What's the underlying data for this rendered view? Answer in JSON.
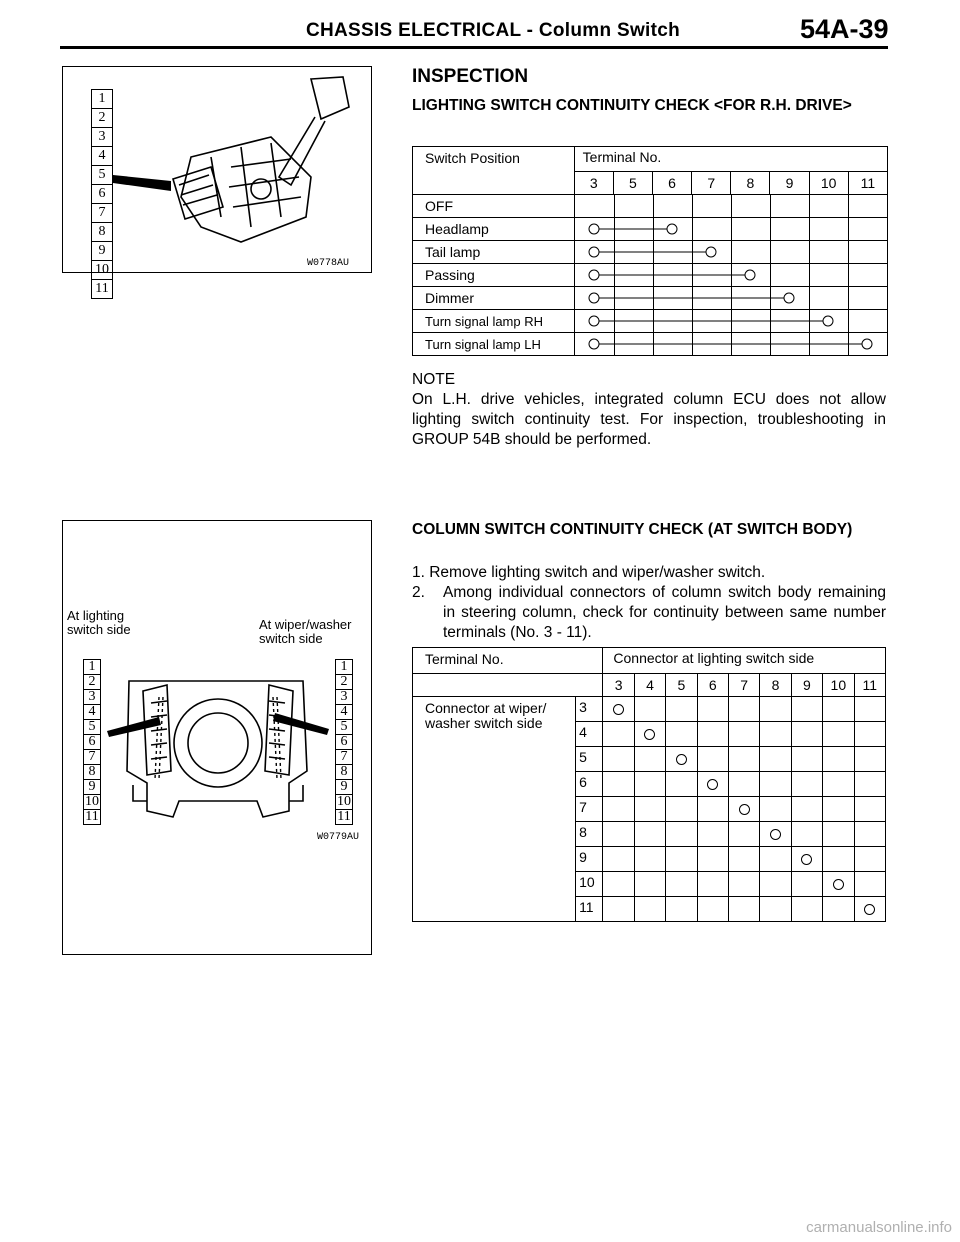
{
  "header": {
    "title": "CHASSIS ELECTRICAL - Column Switch",
    "page_number": "54A-39"
  },
  "figure1": {
    "code": "W0778AU",
    "pins": [
      "1",
      "2",
      "3",
      "4",
      "5",
      "6",
      "7",
      "8",
      "9",
      "10",
      "11"
    ]
  },
  "figure2": {
    "code": "W0779AU",
    "label_left": [
      "At lighting",
      "switch side"
    ],
    "label_right": [
      "At wiper/washer",
      "switch side"
    ],
    "pins": [
      "1",
      "2",
      "3",
      "4",
      "5",
      "6",
      "7",
      "8",
      "9",
      "10",
      "11"
    ]
  },
  "inspection": {
    "heading": "INSPECTION",
    "subheading": "LIGHTING SWITCH CONTINUITY CHECK <FOR R.H. DRIVE>"
  },
  "table1": {
    "col_header_1": "Switch Position",
    "col_header_2": "Terminal No.",
    "terminals": [
      "3",
      "5",
      "6",
      "7",
      "8",
      "9",
      "10",
      "11"
    ],
    "rows": [
      {
        "label": "OFF",
        "connect": []
      },
      {
        "label": "Headlamp",
        "connect": [
          0,
          2
        ]
      },
      {
        "label": "Tail lamp",
        "connect": [
          0,
          3
        ]
      },
      {
        "label": "Passing",
        "connect": [
          0,
          4
        ]
      },
      {
        "label": "Dimmer",
        "connect": [
          0,
          5
        ]
      },
      {
        "label": "Turn signal lamp RH",
        "connect": [
          0,
          6
        ]
      },
      {
        "label": "Turn signal lamp LH",
        "connect": [
          0,
          7
        ]
      }
    ]
  },
  "note": {
    "label": "NOTE",
    "text": "On L.H. drive vehicles, integrated column ECU does not allow lighting switch continuity test. For inspection, troubleshooting in GROUP 54B should be performed."
  },
  "column_check": {
    "heading": "COLUMN SWITCH CONTINUITY CHECK (AT SWITCH BODY)",
    "step1": "1. Remove lighting switch and wiper/washer switch.",
    "step2_num": "2.",
    "step2_text": "Among individual connectors of column switch body remaining in steering column, check for continuity between same number terminals (No. 3 - 11)."
  },
  "table2": {
    "col_header_1": "Terminal No.",
    "col_header_2": "Connector at lighting switch side",
    "row_header": [
      "Connector at wiper/",
      "washer switch side"
    ],
    "terminals": [
      "3",
      "4",
      "5",
      "6",
      "7",
      "8",
      "9",
      "10",
      "11"
    ]
  },
  "watermark": "carmanualsonline.info"
}
